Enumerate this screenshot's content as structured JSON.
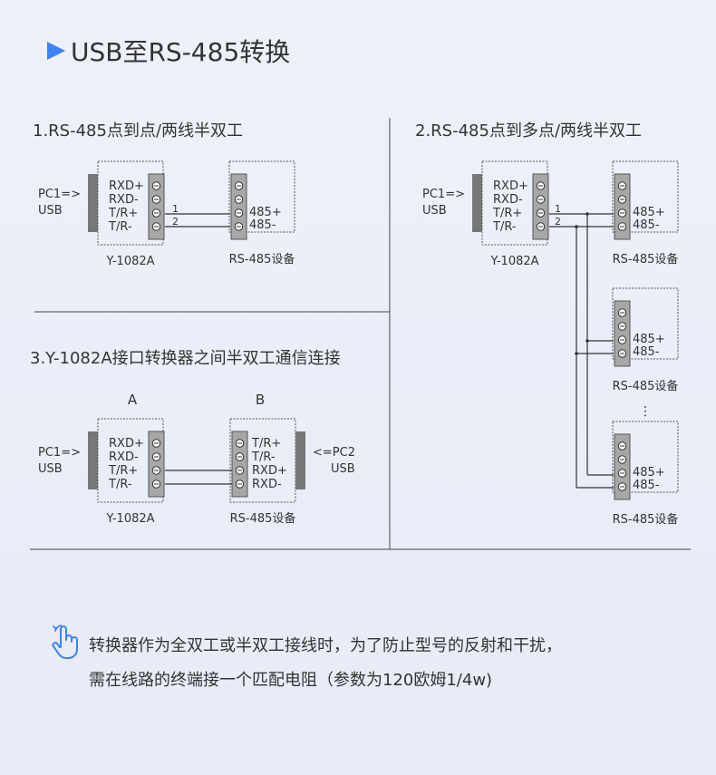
{
  "title": "USB至RS-485转换",
  "sections": {
    "s1": "1.RS-485点到点/两线半双工",
    "s2": "2.RS-485点到多点/两线半双工",
    "s3": "3.Y-1082A接口转换器之间半双工通信连接"
  },
  "pc1_lines": [
    "PC1=>",
    "USB"
  ],
  "pc2_lines": [
    "<=PC2",
    "USB"
  ],
  "converter_pins": [
    "RXD+",
    "RXD-",
    "T/R+",
    "T/R-"
  ],
  "device_b_pins": [
    "T/R+",
    "T/R-",
    "RXD+",
    "RXD-"
  ],
  "rs485_pins": [
    "485+",
    "485-"
  ],
  "wire_labels": [
    "1",
    "2"
  ],
  "converter_name": "Y-1082A",
  "device_name": "RS-485设备",
  "label_a": "A",
  "label_b": "B",
  "ellipsis": "⋮",
  "note": {
    "line1": "转换器作为全双工或半双工接线时，为了防止型号的反射和干扰，",
    "line2": "需在线路的终端接一个匹配电阻（参数为120欧姆1/4w)"
  },
  "colors": {
    "accent": "#3b82f6",
    "line": "#333333",
    "terminal": "#a7a7a7",
    "ground_block": "#777777"
  },
  "icons": {
    "title": "play-arrow-icon",
    "note": "hand-pointer-icon",
    "terminal": "screw-terminal-icon"
  }
}
